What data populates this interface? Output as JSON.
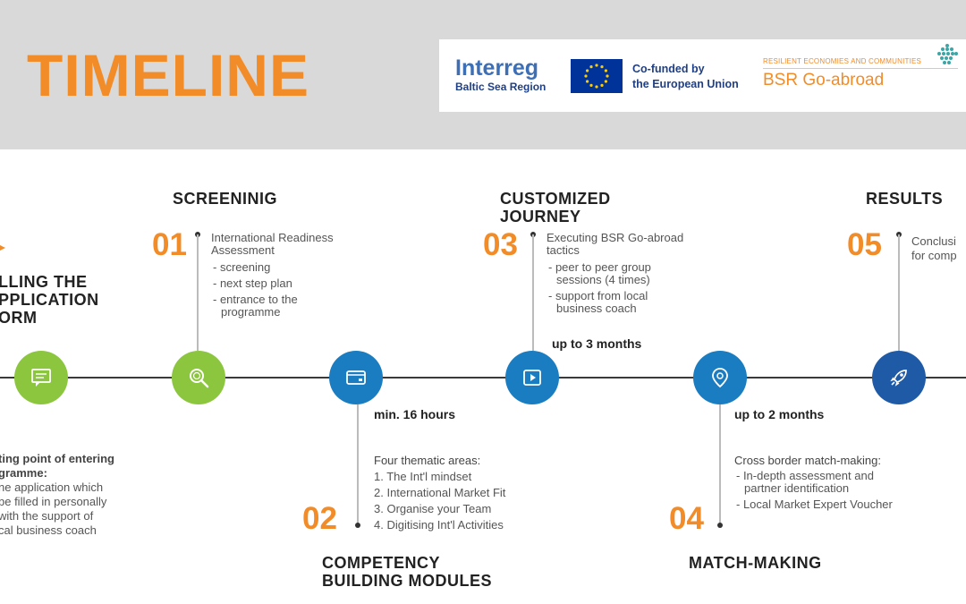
{
  "header": {
    "title": "TIMELINE"
  },
  "logos": {
    "interreg_word": "Interreg",
    "interreg_sub": "Baltic Sea Region",
    "cofunded_line1": "Co-funded by",
    "cofunded_line2": "the European Union",
    "bsr_tagline": "RESILIENT ECONOMIES AND COMMUNITIES",
    "bsr_name": "BSR Go-abroad"
  },
  "stages": {
    "filling": {
      "heading_line1": "LLING THE",
      "heading_line2": "PPLICATION",
      "heading_line3": "ORM",
      "note_title_line1": "ting point of entering",
      "note_title_line2": "gramme:",
      "note_line1": "ne application which",
      "note_line2": "be filled in personally",
      "note_line3": "with the support of",
      "note_line4": "cal business coach"
    },
    "screening": {
      "number": "01",
      "heading": "SCREENINIG",
      "subtitle": "International Readiness Assessment",
      "items": [
        "- screening",
        "- next step plan",
        "- entrance to the programme"
      ]
    },
    "competency": {
      "number": "02",
      "heading_line1": "COMPETENCY",
      "heading_line2": "BUILDING MODULES",
      "duration": "min. 16 hours",
      "intro": "Four thematic areas:",
      "items": [
        "1. The Int'l mindset",
        "2. International Market Fit",
        "3. Organise your Team",
        "4. Digitising Int'l Activities"
      ]
    },
    "journey": {
      "number": "03",
      "heading_line1": "CUSTOMIZED",
      "heading_line2": "JOURNEY",
      "subtitle": "Executing BSR Go-abroad tactics",
      "items": [
        "- peer to peer group sessions (4 times)",
        "- support from local business coach"
      ],
      "duration": "up to 3 months"
    },
    "matchmaking": {
      "number": "04",
      "heading": "MATCH-MAKING",
      "duration": "up to 2 months",
      "intro": "Cross border match-making:",
      "items": [
        "- In-depth assessment and partner identification",
        "- Local Market Expert Voucher"
      ]
    },
    "results": {
      "number": "05",
      "heading": "RESULTS",
      "text_line1": "Conclusi",
      "text_line2": "for comp"
    }
  },
  "icons": [
    "chat-icon",
    "search-icon",
    "card-icon",
    "play-icon",
    "location-pin-icon",
    "rocket-icon"
  ],
  "colors": {
    "orange": "#f28c28",
    "green": "#8cc63f",
    "blue": "#1a7cc1",
    "navy": "#1f5aa6"
  }
}
